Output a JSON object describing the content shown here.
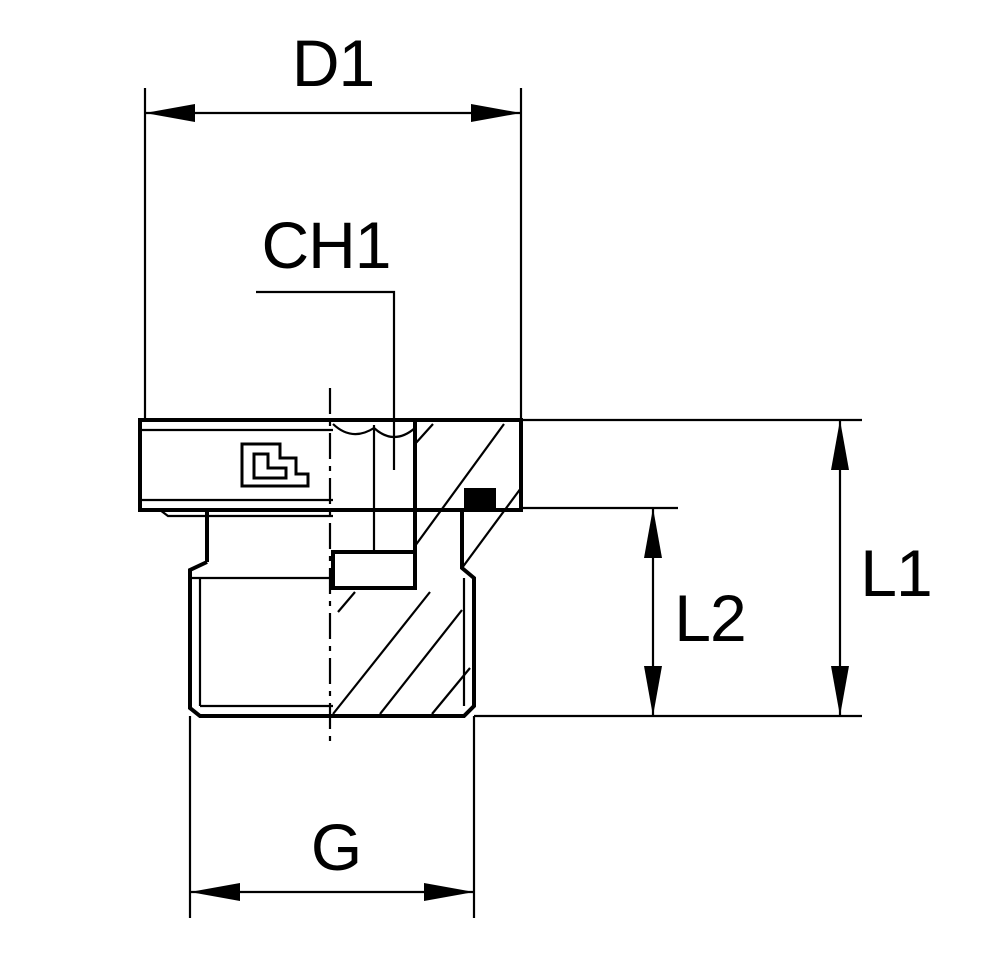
{
  "labels": {
    "d1": "D1",
    "ch1": "CH1",
    "l1": "L1",
    "l2": "L2",
    "g": "G"
  },
  "colors": {
    "line": "#000000",
    "background": "#ffffff"
  }
}
